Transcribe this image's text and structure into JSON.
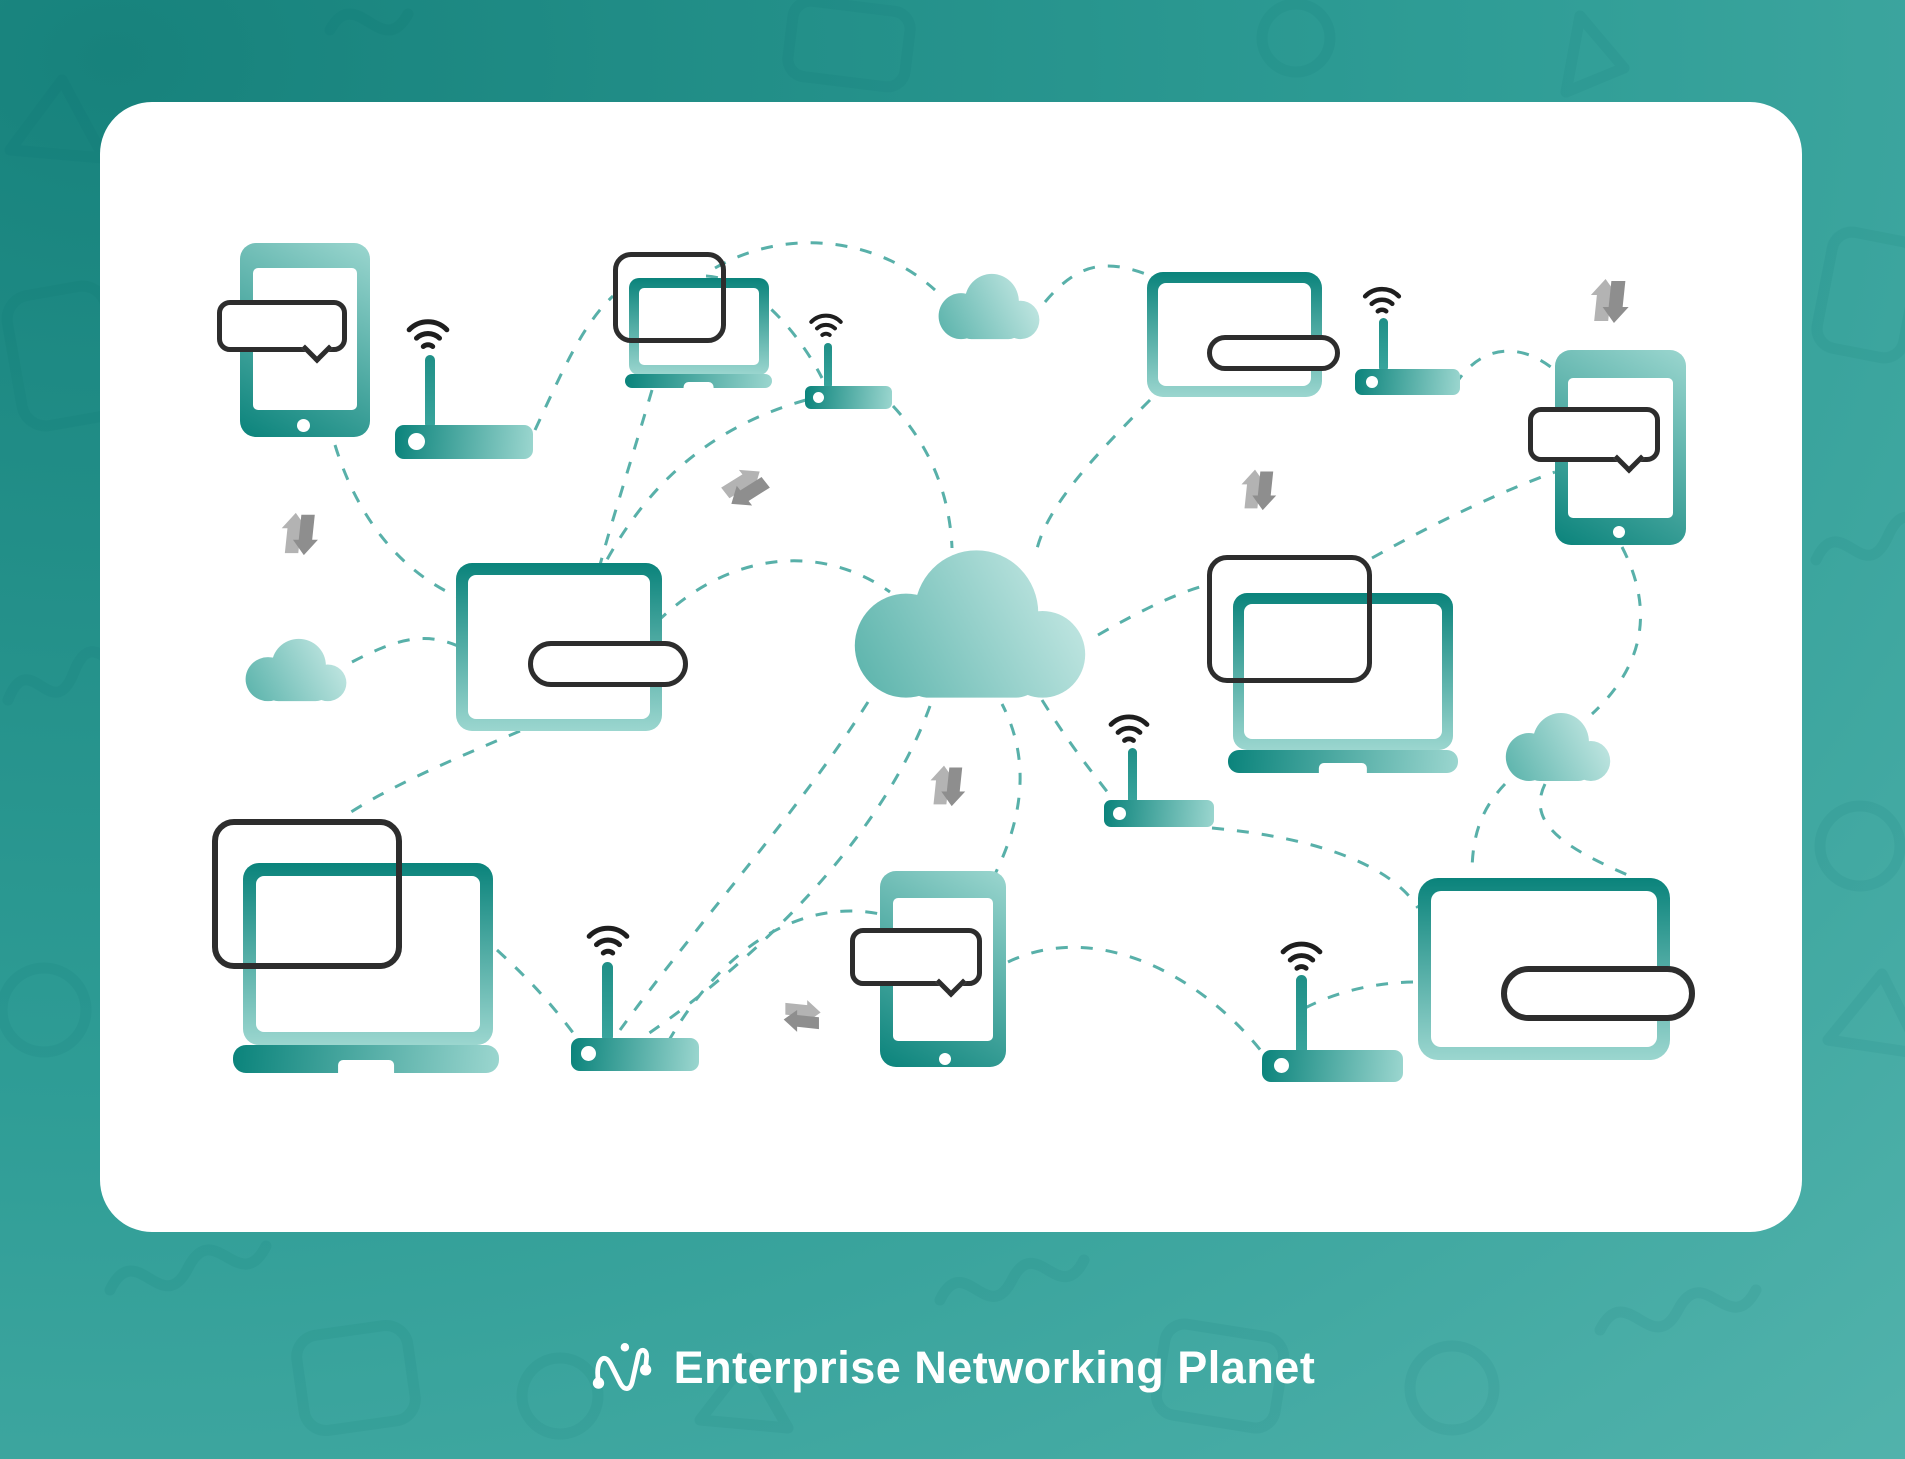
{
  "brand": {
    "name": "Enterprise Networking Planet",
    "logo_icon": "network-nodes-icon"
  },
  "colors": {
    "bg_dark": "#17827c",
    "bg_mid": "#2f9d96",
    "bg_light": "#5ab8b1",
    "panel": "#ffffff",
    "device_dark": "#0a837b",
    "device_mid": "#2fa098",
    "device_light": "#9bd6cf",
    "cloud_dark": "#5cb4ac",
    "cloud_light": "#cdece8",
    "outline": "#2d2d2d",
    "dash": "#58b0a9",
    "arrow_light": "#b3b3b3",
    "arrow_dark": "#8e8e8e",
    "wifi": "#1e1e1e",
    "pattern": "#0b6b66",
    "brand": "#ffffff"
  },
  "scene": {
    "background": "teal gradient with faint circuit-glyph pattern",
    "canvas": "white rounded panel with network illustration",
    "connection_style": "dashed teal arcs linking devices",
    "devices": [
      {
        "id": "tablet-1",
        "type": "tablet-with-chat-bubble",
        "area": "top-left"
      },
      {
        "id": "router-1",
        "type": "wifi-router",
        "area": "top-left"
      },
      {
        "id": "laptop-1",
        "type": "laptop-with-screen-outline",
        "area": "top-center-left"
      },
      {
        "id": "router-2",
        "type": "wifi-router",
        "area": "top-center"
      },
      {
        "id": "cloud-1",
        "type": "cloud",
        "area": "top-center"
      },
      {
        "id": "monitor-1",
        "type": "display-with-pill-outline",
        "area": "top-right"
      },
      {
        "id": "router-3",
        "type": "wifi-router",
        "area": "top-right"
      },
      {
        "id": "transfer-1",
        "type": "data-transfer-arrows",
        "area": "top-right"
      },
      {
        "id": "tablet-2",
        "type": "tablet-with-chat-bubble",
        "area": "right"
      },
      {
        "id": "transfer-2",
        "type": "data-transfer-arrows",
        "area": "left"
      },
      {
        "id": "cloud-2",
        "type": "cloud",
        "area": "left"
      },
      {
        "id": "monitor-2",
        "type": "display-with-pill-outline",
        "area": "center-left"
      },
      {
        "id": "transfer-3",
        "type": "data-transfer-arrows-diagonal",
        "area": "center"
      },
      {
        "id": "cloud-hub",
        "type": "cloud-large",
        "area": "center"
      },
      {
        "id": "transfer-4",
        "type": "data-transfer-arrows",
        "area": "center-right"
      },
      {
        "id": "laptop-2",
        "type": "laptop-with-screen-outline",
        "area": "center-right"
      },
      {
        "id": "router-4",
        "type": "wifi-router",
        "area": "center"
      },
      {
        "id": "transfer-5",
        "type": "data-transfer-arrows",
        "area": "center"
      },
      {
        "id": "cloud-3",
        "type": "cloud",
        "area": "right"
      },
      {
        "id": "laptop-3",
        "type": "laptop-with-screen-outline",
        "area": "bottom-left"
      },
      {
        "id": "router-5",
        "type": "wifi-router",
        "area": "bottom-center-left"
      },
      {
        "id": "transfer-6",
        "type": "data-transfer-arrows-horizontal",
        "area": "bottom-center"
      },
      {
        "id": "tablet-3",
        "type": "tablet-with-chat-bubble",
        "area": "bottom-center"
      },
      {
        "id": "router-6",
        "type": "wifi-router",
        "area": "bottom-right"
      },
      {
        "id": "monitor-3",
        "type": "display-with-pill-outline",
        "area": "bottom-right"
      }
    ]
  }
}
